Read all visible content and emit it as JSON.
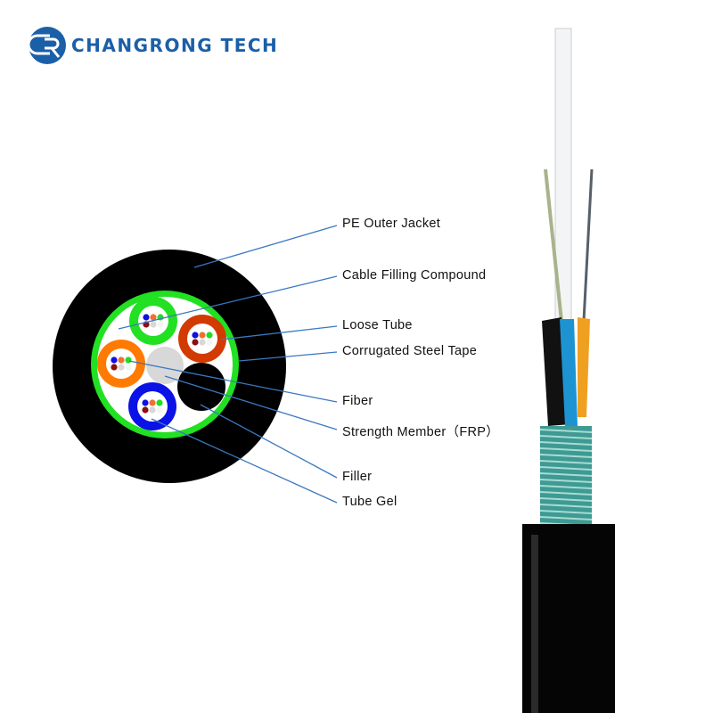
{
  "brand": {
    "name": "CHANGRONG TECH",
    "logo_letters": "CR"
  },
  "labels": [
    {
      "text": "PE Outer Jacket"
    },
    {
      "text": "Cable Filling Compound"
    },
    {
      "text": "Loose Tube"
    },
    {
      "text": "Corrugated  Steel  Tape"
    },
    {
      "text": "Fiber"
    },
    {
      "text": "Strength  Member（FRP）"
    },
    {
      "text": "Filler"
    },
    {
      "text": "Tube Gel"
    }
  ],
  "colors": {
    "brand": "#1b5fa8",
    "leader": "#3a78c2",
    "jacket": "#000000",
    "steel_tape": "#22e022"
  }
}
